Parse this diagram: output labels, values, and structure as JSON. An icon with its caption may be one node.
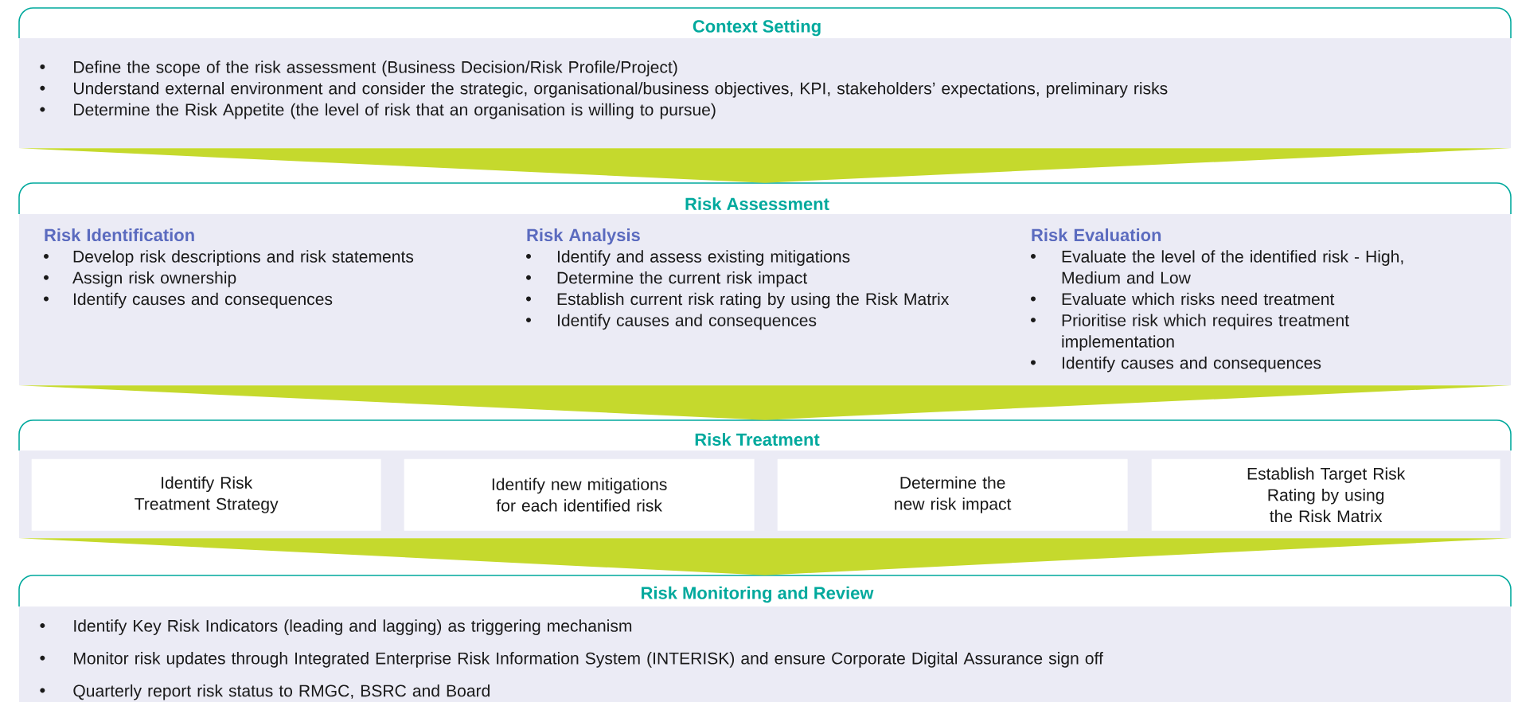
{
  "diagram": {
    "nodes": [
      {
        "text": [
          "Context Setting",
          "Define the scope of the risk assessment (Business Decision/Risk Profile/Project)",
          "Understand external environment and consider the strategic, organisational/business objectives, KPI, stakeholders’ expectations, preliminary risks",
          "Determine the Risk Appetite (the level of risk that an organisation is willing to pursue)"
        ]
      },
      {
        "text": [
          "Risk Assessment"
        ]
      },
      {
        "text": [
          "Risk Identification",
          "Develop risk descriptions and risk statements",
          "Assign risk ownership",
          "Identify causes and consequences"
        ],
        "in": 1
      },
      {
        "text": [
          "Risk Analysis",
          "Identify and assess existing mitigations",
          "Determine the current risk impact",
          "Establish current risk rating by using the Risk Matrix",
          "Identify causes and consequences"
        ],
        "in": 1
      },
      {
        "text": [
          "Risk Evaluation",
          "Evaluate the level of the identified risk - High, Medium and Low",
          "Evaluate which risks need treatment",
          "Prioritise risk which requires treatment implementation",
          "Identify causes and consequences"
        ],
        "in": 1
      },
      {
        "text": [
          "Risk Treatment"
        ]
      },
      {
        "text": [
          "Identify Risk Treatment Strategy"
        ],
        "in": 5
      },
      {
        "text": [
          "Identify new mitigations for each identified risk"
        ],
        "in": 5
      },
      {
        "text": [
          "Determine the new risk impact"
        ],
        "in": 5
      },
      {
        "text": [
          "Establish Target Risk Rating by using the Risk Matrix"
        ],
        "in": 5
      },
      {
        "text": [
          "Risk Monitoring and Review",
          "Identify Key Risk Indicators (leading and lagging) as triggering mechanism",
          "Monitor risk updates through Integrated Enterprise Risk Information System (INTERISK) and ensure Corporate Digital Assurance sign off",
          "Quarterly report risk status to RMGC, BSRC and Board"
        ]
      }
    ],
    "edges": [
      {
        "from": 0,
        "to": 1,
        "arrow": "to"
      },
      {
        "from": 1,
        "to": 5,
        "arrow": "to"
      },
      {
        "from": 5,
        "to": 10,
        "arrow": "to"
      }
    ]
  }
}
